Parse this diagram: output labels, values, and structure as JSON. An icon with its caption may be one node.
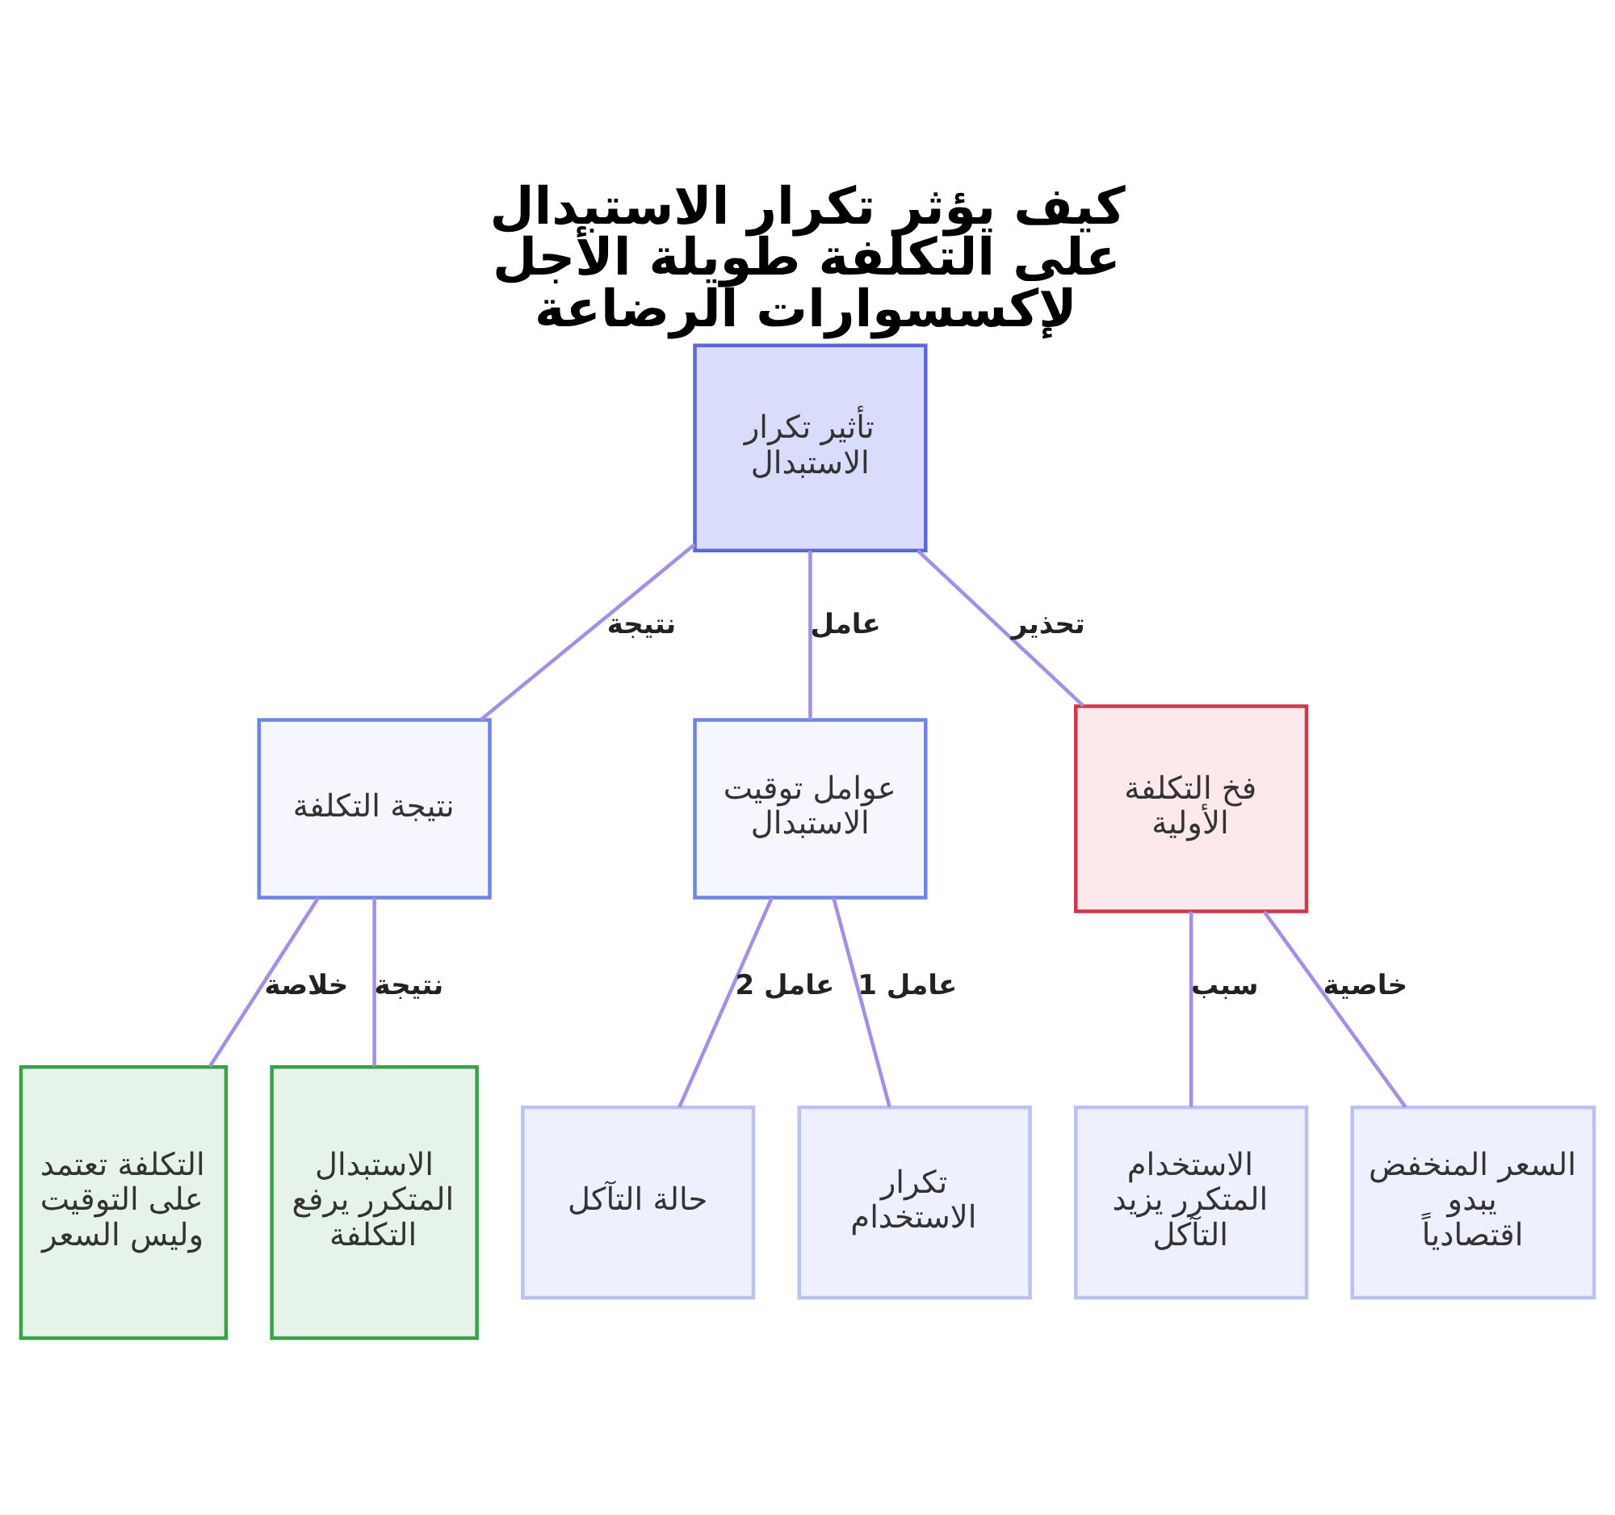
{
  "diagram": {
    "title": "كيف يؤثر تكرار الاستبدال على التكلفة طويلة الأجل لإكسسوارات الرضاعة",
    "nodes": [
      {
        "text": [
          "تأثير تكرار الاستبدال"
        ]
      },
      {
        "text": [
          "نتيجة التكلفة"
        ]
      },
      {
        "text": [
          "عوامل توقيت الاستبدال"
        ]
      },
      {
        "text": [
          "فخ التكلفة الأولية"
        ]
      },
      {
        "text": [
          "التكلفة تعتمد على التوقيت وليس السعر"
        ]
      },
      {
        "text": [
          "الاستبدال المتكرر يرفع التكلفة"
        ]
      },
      {
        "text": [
          "حالة التآكل"
        ]
      },
      {
        "text": [
          "تكرار الاستخدام"
        ]
      },
      {
        "text": [
          "الاستخدام المتكرر يزيد التآكل"
        ]
      },
      {
        "text": [
          "السعر المنخفض يبدو اقتصادياً"
        ]
      }
    ],
    "edges": [
      {
        "from": 0,
        "to": 1,
        "arrow": "none",
        "label": "نتيجة"
      },
      {
        "from": 0,
        "to": 2,
        "arrow": "none",
        "label": "عامل"
      },
      {
        "from": 0,
        "to": 3,
        "arrow": "none",
        "label": "تحذير"
      },
      {
        "from": 1,
        "to": 4,
        "arrow": "none",
        "label": "خلاصة"
      },
      {
        "from": 1,
        "to": 5,
        "arrow": "none",
        "label": "نتيجة"
      },
      {
        "from": 2,
        "to": 6,
        "arrow": "none",
        "label": "عامل 2"
      },
      {
        "from": 2,
        "to": 7,
        "arrow": "none",
        "label": "عامل 1"
      },
      {
        "from": 3,
        "to": 8,
        "arrow": "none",
        "label": "سبب"
      },
      {
        "from": 3,
        "to": 9,
        "arrow": "none",
        "label": "خاصية"
      }
    ]
  }
}
